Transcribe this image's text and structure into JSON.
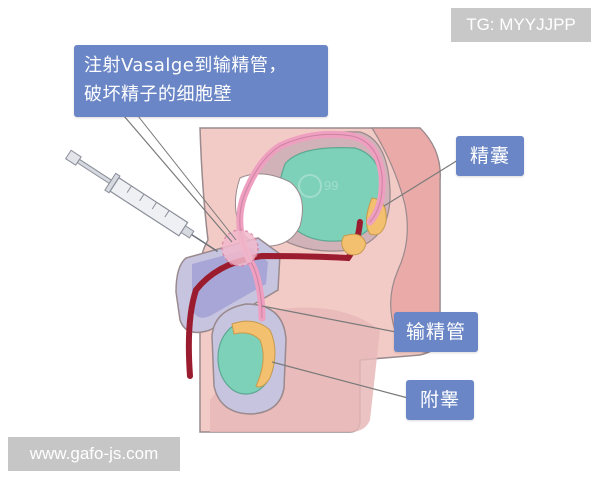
{
  "callout": {
    "line1": "注射Vasalge到输精管，",
    "line2": "破坏精子的细胞壁"
  },
  "labels": {
    "seminal_vesicle": "精囊",
    "vas_deferens": "输精管",
    "epididymis": "附睾"
  },
  "watermarks": {
    "telegram": "TG: MYYJJPP",
    "website": "www.gafo-js.com",
    "logo_text": "99"
  },
  "colors": {
    "label_bg": "#6b86c6",
    "vas_tube": "#ef9fbf",
    "urethra": "#9b1c2e",
    "body_tissue": "#f3cbc6",
    "gland": "#7dd1b8",
    "target_highlight": "#f2b9cc"
  }
}
